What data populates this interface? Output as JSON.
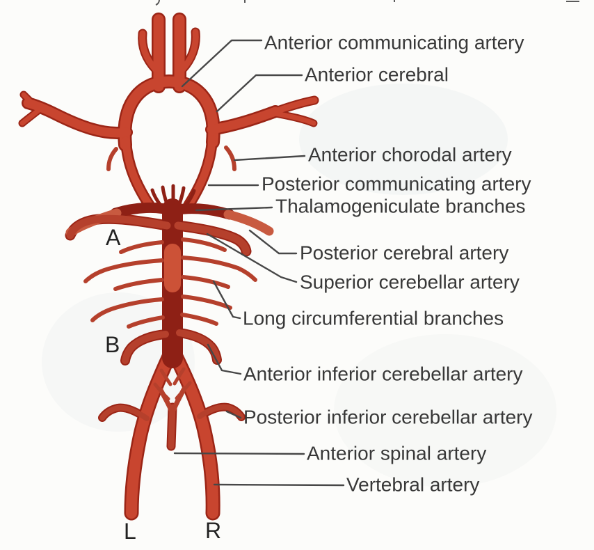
{
  "figure": {
    "labels": [
      {
        "id": "anterior-communicating-artery",
        "text": "Anterior communicating artery"
      },
      {
        "id": "anterior-cerebral",
        "text": "Anterior cerebral"
      },
      {
        "id": "anterior-chorodal-artery",
        "text": "Anterior chorodal artery"
      },
      {
        "id": "posterior-communicating-artery",
        "text": "Posterior communicating artery"
      },
      {
        "id": "thalamogeniculate-branches",
        "text": "Thalamogeniculate branches"
      },
      {
        "id": "posterior-cerebral-artery",
        "text": "Posterior cerebral artery"
      },
      {
        "id": "superior-cerebellar-artery",
        "text": "Superior cerebellar artery"
      },
      {
        "id": "long-circumferential-branches",
        "text": "Long circumferential branches"
      },
      {
        "id": "anterior-inferior-cerebellar-artery",
        "text": "Anterior inferior cerebellar artery"
      },
      {
        "id": "posterior-inferior-cerebellar-artery",
        "text": "Posterior inferior cerebellar artery"
      },
      {
        "id": "anterior-spinal-artery",
        "text": "Anterior spinal artery"
      },
      {
        "id": "vertebral-artery",
        "text": "Vertebral artery"
      }
    ],
    "markers": [
      "A",
      "B",
      "L",
      "R"
    ],
    "colors": {
      "vessel_red": "#c8452f",
      "vessel_red_secondary": "#b5402c",
      "vessel_dark_maroon": "#8e2015",
      "vessel_light_segment": "#cc5237",
      "vessel_outline": "#9b2516",
      "leader_line": "#474747",
      "label_text": "#383838",
      "background": "#fcfcfa"
    }
  }
}
